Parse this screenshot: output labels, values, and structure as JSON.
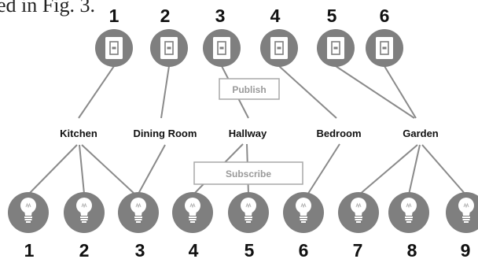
{
  "caption_fragment": "ed in Fig. 3.",
  "switches": [
    {
      "number": "1",
      "icon": "light-switch-icon"
    },
    {
      "number": "2",
      "icon": "light-switch-icon"
    },
    {
      "number": "3",
      "icon": "light-switch-icon"
    },
    {
      "number": "4",
      "icon": "light-switch-icon"
    },
    {
      "number": "5",
      "icon": "light-switch-icon"
    },
    {
      "number": "6",
      "icon": "light-switch-icon"
    }
  ],
  "topics": [
    "Kitchen",
    "Dining Room",
    "Hallway",
    "Bedroom",
    "Garden"
  ],
  "bulbs": [
    {
      "number": "1",
      "icon": "light-bulb-icon"
    },
    {
      "number": "2",
      "icon": "light-bulb-icon"
    },
    {
      "number": "3",
      "icon": "light-bulb-icon"
    },
    {
      "number": "4",
      "icon": "light-bulb-icon"
    },
    {
      "number": "5",
      "icon": "light-bulb-icon"
    },
    {
      "number": "6",
      "icon": "light-bulb-icon"
    },
    {
      "number": "7",
      "icon": "light-bulb-icon"
    },
    {
      "number": "8",
      "icon": "light-bulb-icon"
    },
    {
      "number": "9",
      "icon": "light-bulb-icon"
    }
  ],
  "labels": {
    "publish": "Publish",
    "subscribe": "Subscribe"
  },
  "colors": {
    "icon_circle": "#7f7f7f",
    "connector": "#8a8a8a",
    "label_box_border": "#a8a8a8",
    "label_text": "#9a9a9a"
  }
}
